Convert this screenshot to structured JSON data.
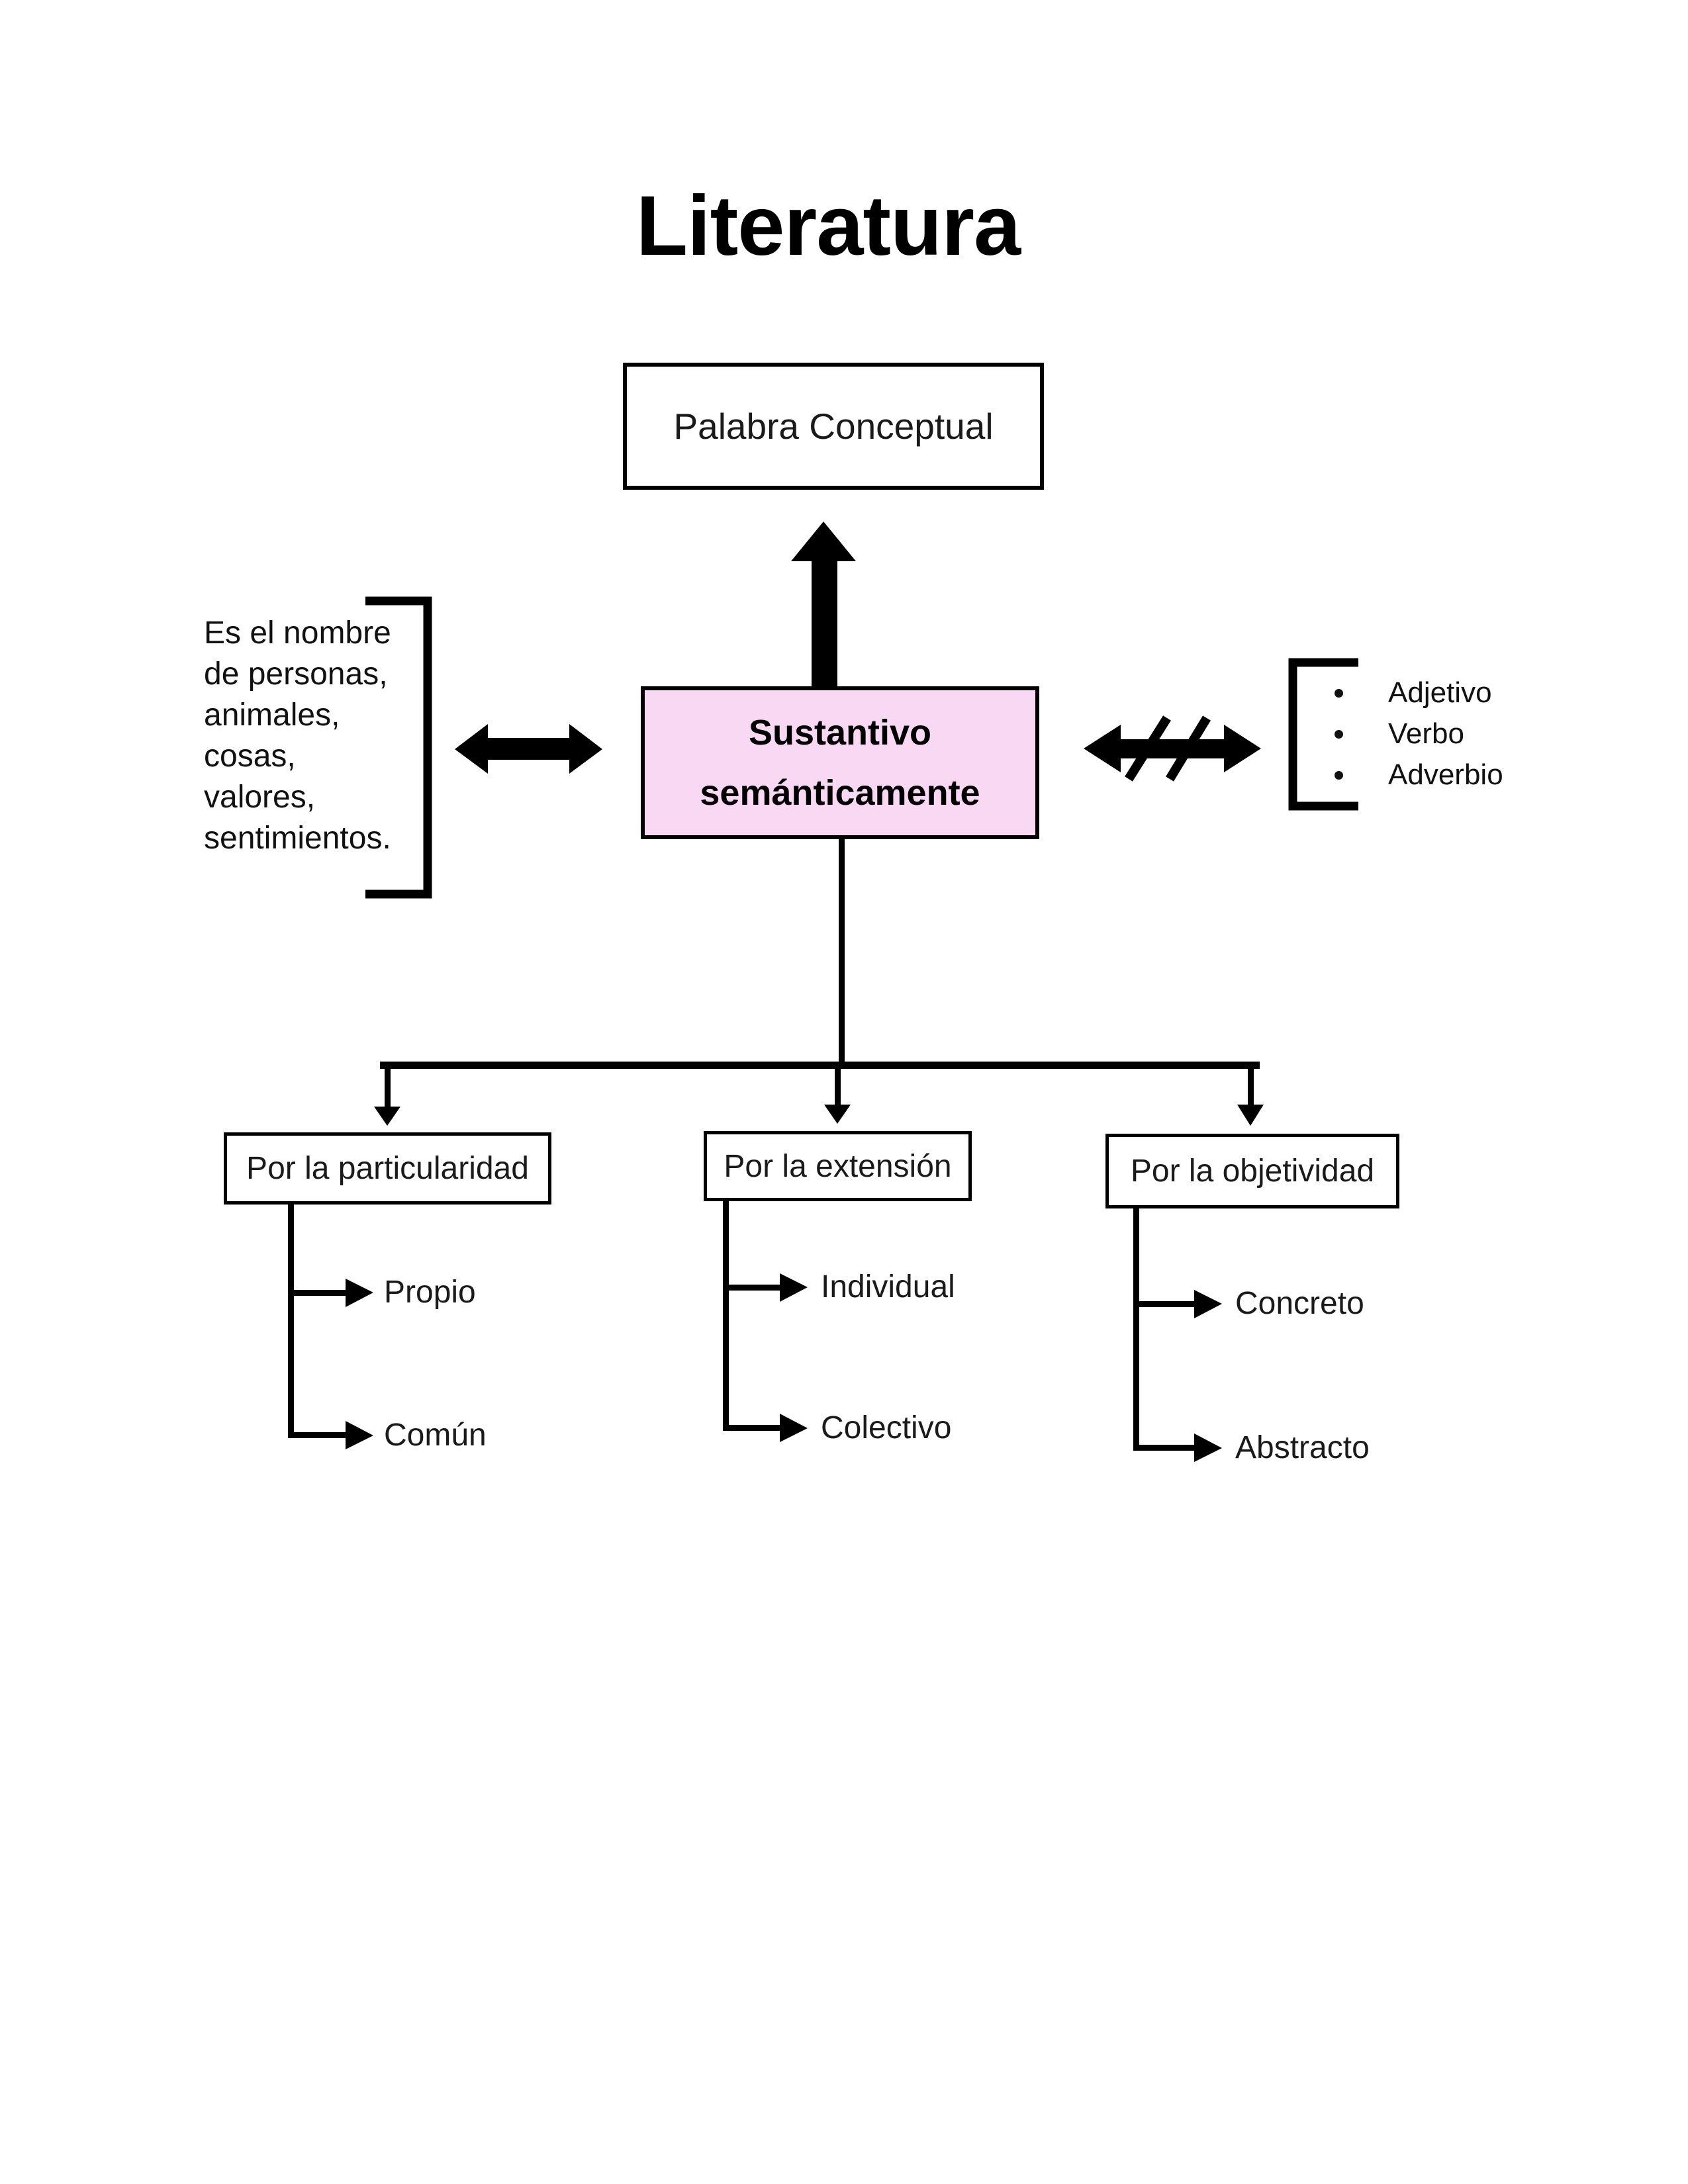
{
  "title": "Literatura",
  "top_box": {
    "label": "Palabra Conceptual"
  },
  "left_note": {
    "lines": [
      "Es el nombre",
      "de personas,",
      "animales,",
      "cosas,",
      "valores,",
      "sentimientos."
    ]
  },
  "center_box": {
    "line1": "Sustantivo",
    "line2": "semánticamente"
  },
  "right_list": {
    "items": [
      "Adjetivo",
      "Verbo",
      "Adverbio"
    ]
  },
  "categories": [
    {
      "label": "Por la particularidad",
      "children": [
        "Propio",
        "Común"
      ]
    },
    {
      "label": "Por la extensión",
      "children": [
        "Individual",
        "Colectivo"
      ]
    },
    {
      "label": "Por la objetividad",
      "children": [
        "Concreto",
        "Abstracto"
      ]
    }
  ],
  "colors": {
    "accent_fill": "#f9d8f3",
    "line": "#000000",
    "text": "#1a1a1a"
  }
}
